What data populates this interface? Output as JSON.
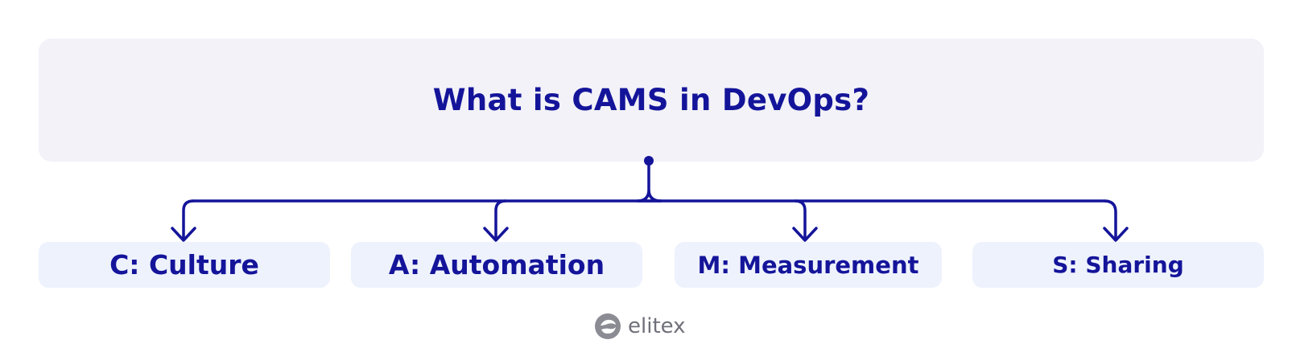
{
  "diagram": {
    "title": "What is CAMS in DevOps?",
    "items": [
      {
        "label": "C: Culture"
      },
      {
        "label": "A: Automation"
      },
      {
        "label": "M: Measurement"
      },
      {
        "label": "S: Sharing"
      }
    ]
  },
  "brand": {
    "name": "elitex",
    "logo_icon": "elitex-swirl-logo"
  },
  "colors": {
    "primary": "#14149a",
    "title_bg": "#f2f2f8",
    "pill_bg": "#eef2fd",
    "brand_text": "#6f7079"
  }
}
